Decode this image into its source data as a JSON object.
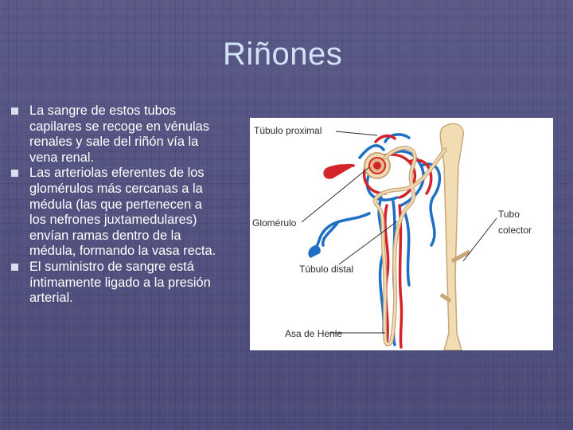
{
  "slide": {
    "title": "Riñones",
    "bullets": [
      "La sangre de estos tubos capilares se recoge en vénulas renales y sale del riñón vía la vena renal.",
      "Las arteriolas eferentes de los glomérulos más cercanas a la médula (las que pertenecen a los nefrones juxtamedulares) envían ramas dentro de la médula, formando la vasa recta.",
      "El suministro de sangre está íntimamente ligado a la presión arterial."
    ]
  },
  "figure": {
    "labels": {
      "tubulo_proximal": "Túbulo proximal",
      "glomerulo": "Glomérulo",
      "tubulo_distal": "Túbulo distal",
      "asa_de_henle": "Asa de Henle",
      "tubo": "Tubo",
      "colector": "colector"
    },
    "colors": {
      "artery": "#d4242b",
      "vein": "#1f6fc4",
      "tubule": "#f2dcb4",
      "tubule_outline": "#c9a57a"
    }
  }
}
